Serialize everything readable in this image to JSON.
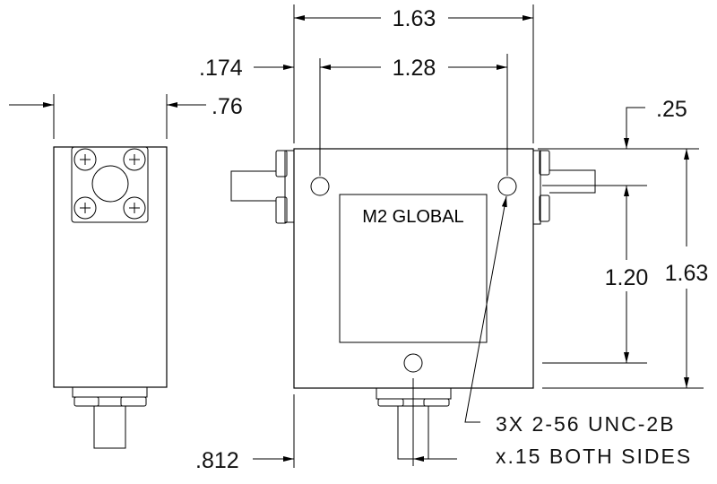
{
  "drawing": {
    "brand_label": "M2 GLOBAL",
    "dimensions": {
      "overall_width": "1.63",
      "hole_spacing_horizontal": "1.28",
      "hole_edge_offset": ".174",
      "side_view_width": ".76",
      "top_hole_offset": ".25",
      "hole_spacing_vertical": "1.20",
      "overall_height": "1.63",
      "bottom_connector_offset": ".812"
    },
    "note": {
      "line1": "3X 2-56 UNC-2B",
      "line2": "x.15 BOTH SIDES"
    }
  }
}
